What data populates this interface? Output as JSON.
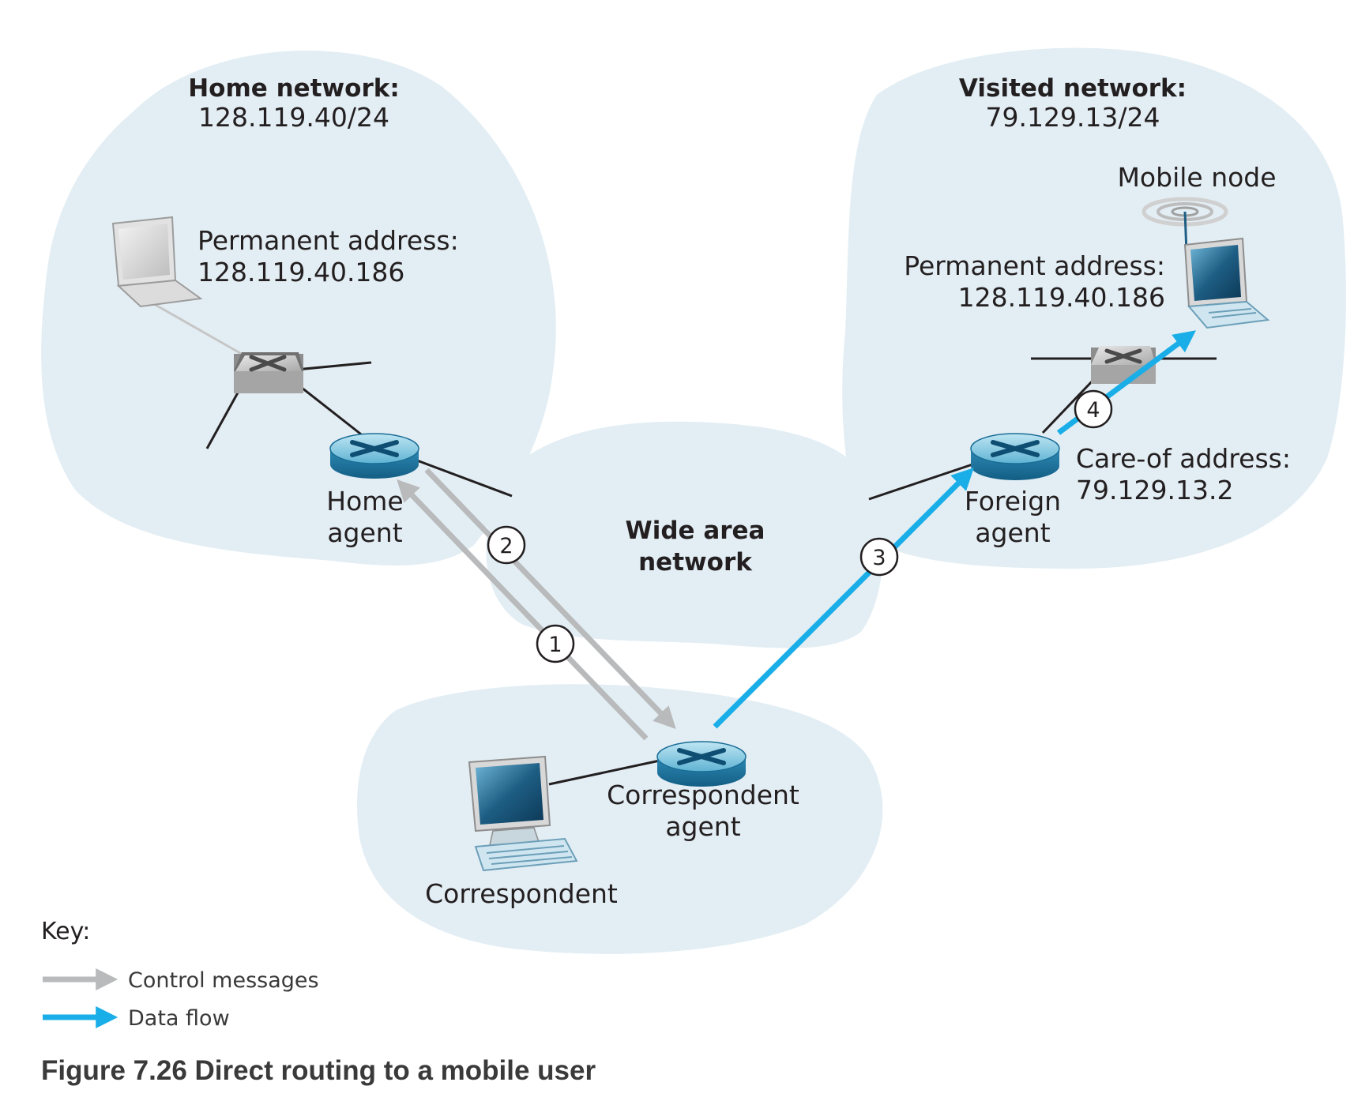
{
  "networks": {
    "home": {
      "title": "Home network:",
      "subnet": "128.119.40/24"
    },
    "visited": {
      "title": "Visited network:",
      "subnet": "79.129.13/24"
    },
    "wan": {
      "line1": "Wide area",
      "line2": "network"
    }
  },
  "nodes": {
    "home_laptop": {
      "line1": "Permanent address:",
      "line2": "128.119.40.186"
    },
    "home_agent": {
      "line1": "Home",
      "line2": "agent"
    },
    "mobile_node": {
      "title": "Mobile node",
      "line1": "Permanent address:",
      "line2": "128.119.40.186"
    },
    "foreign_agent": {
      "line1": "Foreign",
      "line2": "agent",
      "care_of_1": "Care-of address:",
      "care_of_2": "79.129.13.2"
    },
    "correspondent_agent": {
      "line1": "Correspondent",
      "line2": "agent"
    },
    "correspondent": {
      "label": "Correspondent"
    }
  },
  "steps": [
    "1",
    "2",
    "3",
    "4"
  ],
  "key": {
    "title": "Key:",
    "control": "Control messages",
    "data": "Data flow"
  },
  "colors": {
    "control_arrow": "#b8babb",
    "data_arrow": "#19aee7",
    "cloud": "#e3eef4"
  },
  "caption": "Figure 7.26 Direct routing to a mobile user"
}
